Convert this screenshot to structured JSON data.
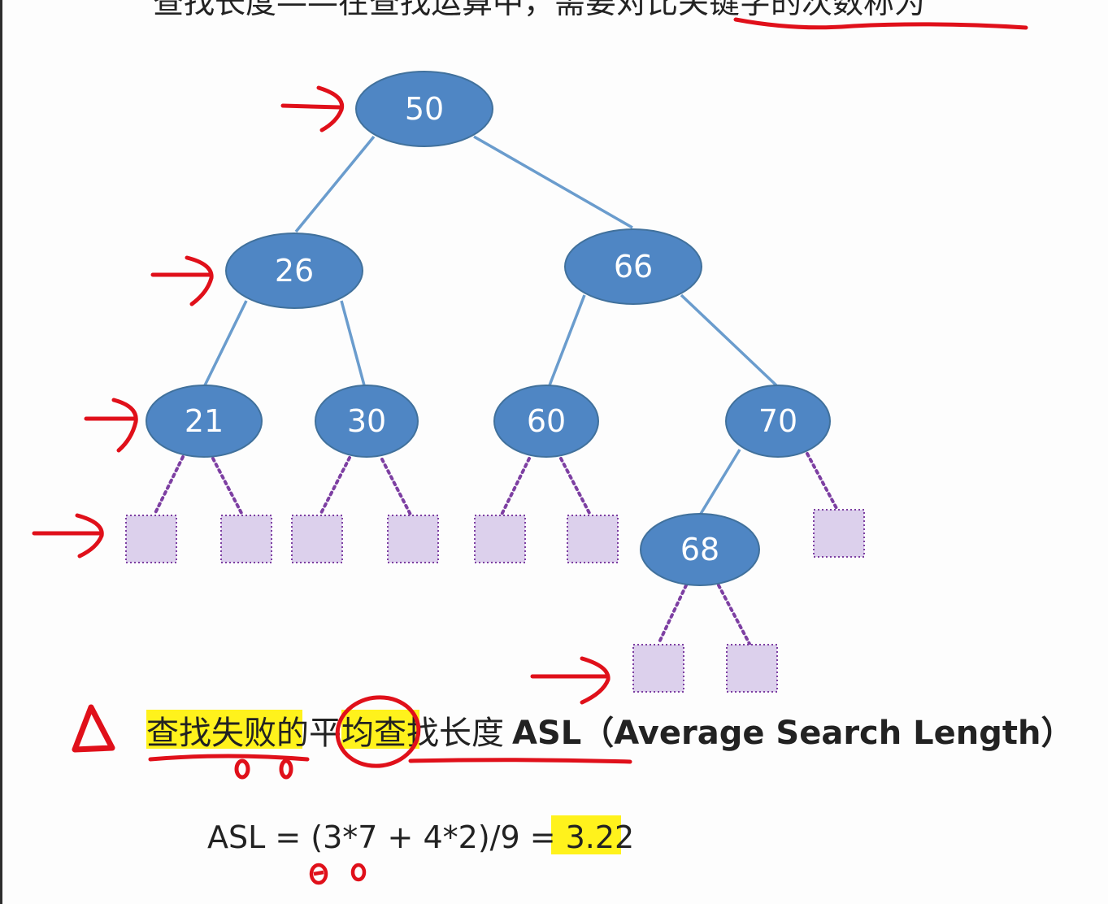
{
  "top_text": "查找长度——在查找运算中，需要对比关键字的次数称为",
  "tree": {
    "nodes": [
      {
        "id": "n50",
        "label": "50"
      },
      {
        "id": "n26",
        "label": "26"
      },
      {
        "id": "n66",
        "label": "66"
      },
      {
        "id": "n21",
        "label": "21"
      },
      {
        "id": "n30",
        "label": "30"
      },
      {
        "id": "n60",
        "label": "60"
      },
      {
        "id": "n70",
        "label": "70"
      },
      {
        "id": "n68",
        "label": "68"
      }
    ],
    "edges": [
      [
        "n50",
        "n26"
      ],
      [
        "n50",
        "n66"
      ],
      [
        "n26",
        "n21"
      ],
      [
        "n26",
        "n30"
      ],
      [
        "n66",
        "n60"
      ],
      [
        "n66",
        "n70"
      ],
      [
        "n70",
        "n68"
      ]
    ],
    "failure_nodes": [
      {
        "id": "f1",
        "parent": "n21"
      },
      {
        "id": "f2",
        "parent": "n21"
      },
      {
        "id": "f3",
        "parent": "n30"
      },
      {
        "id": "f4",
        "parent": "n30"
      },
      {
        "id": "f5",
        "parent": "n60"
      },
      {
        "id": "f6",
        "parent": "n60"
      },
      {
        "id": "f7",
        "parent": "n70"
      },
      {
        "id": "f8",
        "parent": "n68"
      },
      {
        "id": "f9",
        "parent": "n68"
      }
    ]
  },
  "heading": {
    "highlight_1": "查找失败",
    "connector": "的",
    "highlight_2": "平均",
    "rest": "查找长度",
    "abbr": "ASL",
    "paren_text": "（Average Search Length）"
  },
  "formula": {
    "expression": "ASL = (3*7 + 4*2)/9 = ",
    "result": "3.22"
  },
  "colors": {
    "node_fill": "#4f86c4",
    "edge": "#6a9ccd",
    "failure_fill": "#dcd0ec",
    "failure_border": "#7d3fa2",
    "highlight": "#fff21c",
    "annotation": "#e0101a"
  }
}
